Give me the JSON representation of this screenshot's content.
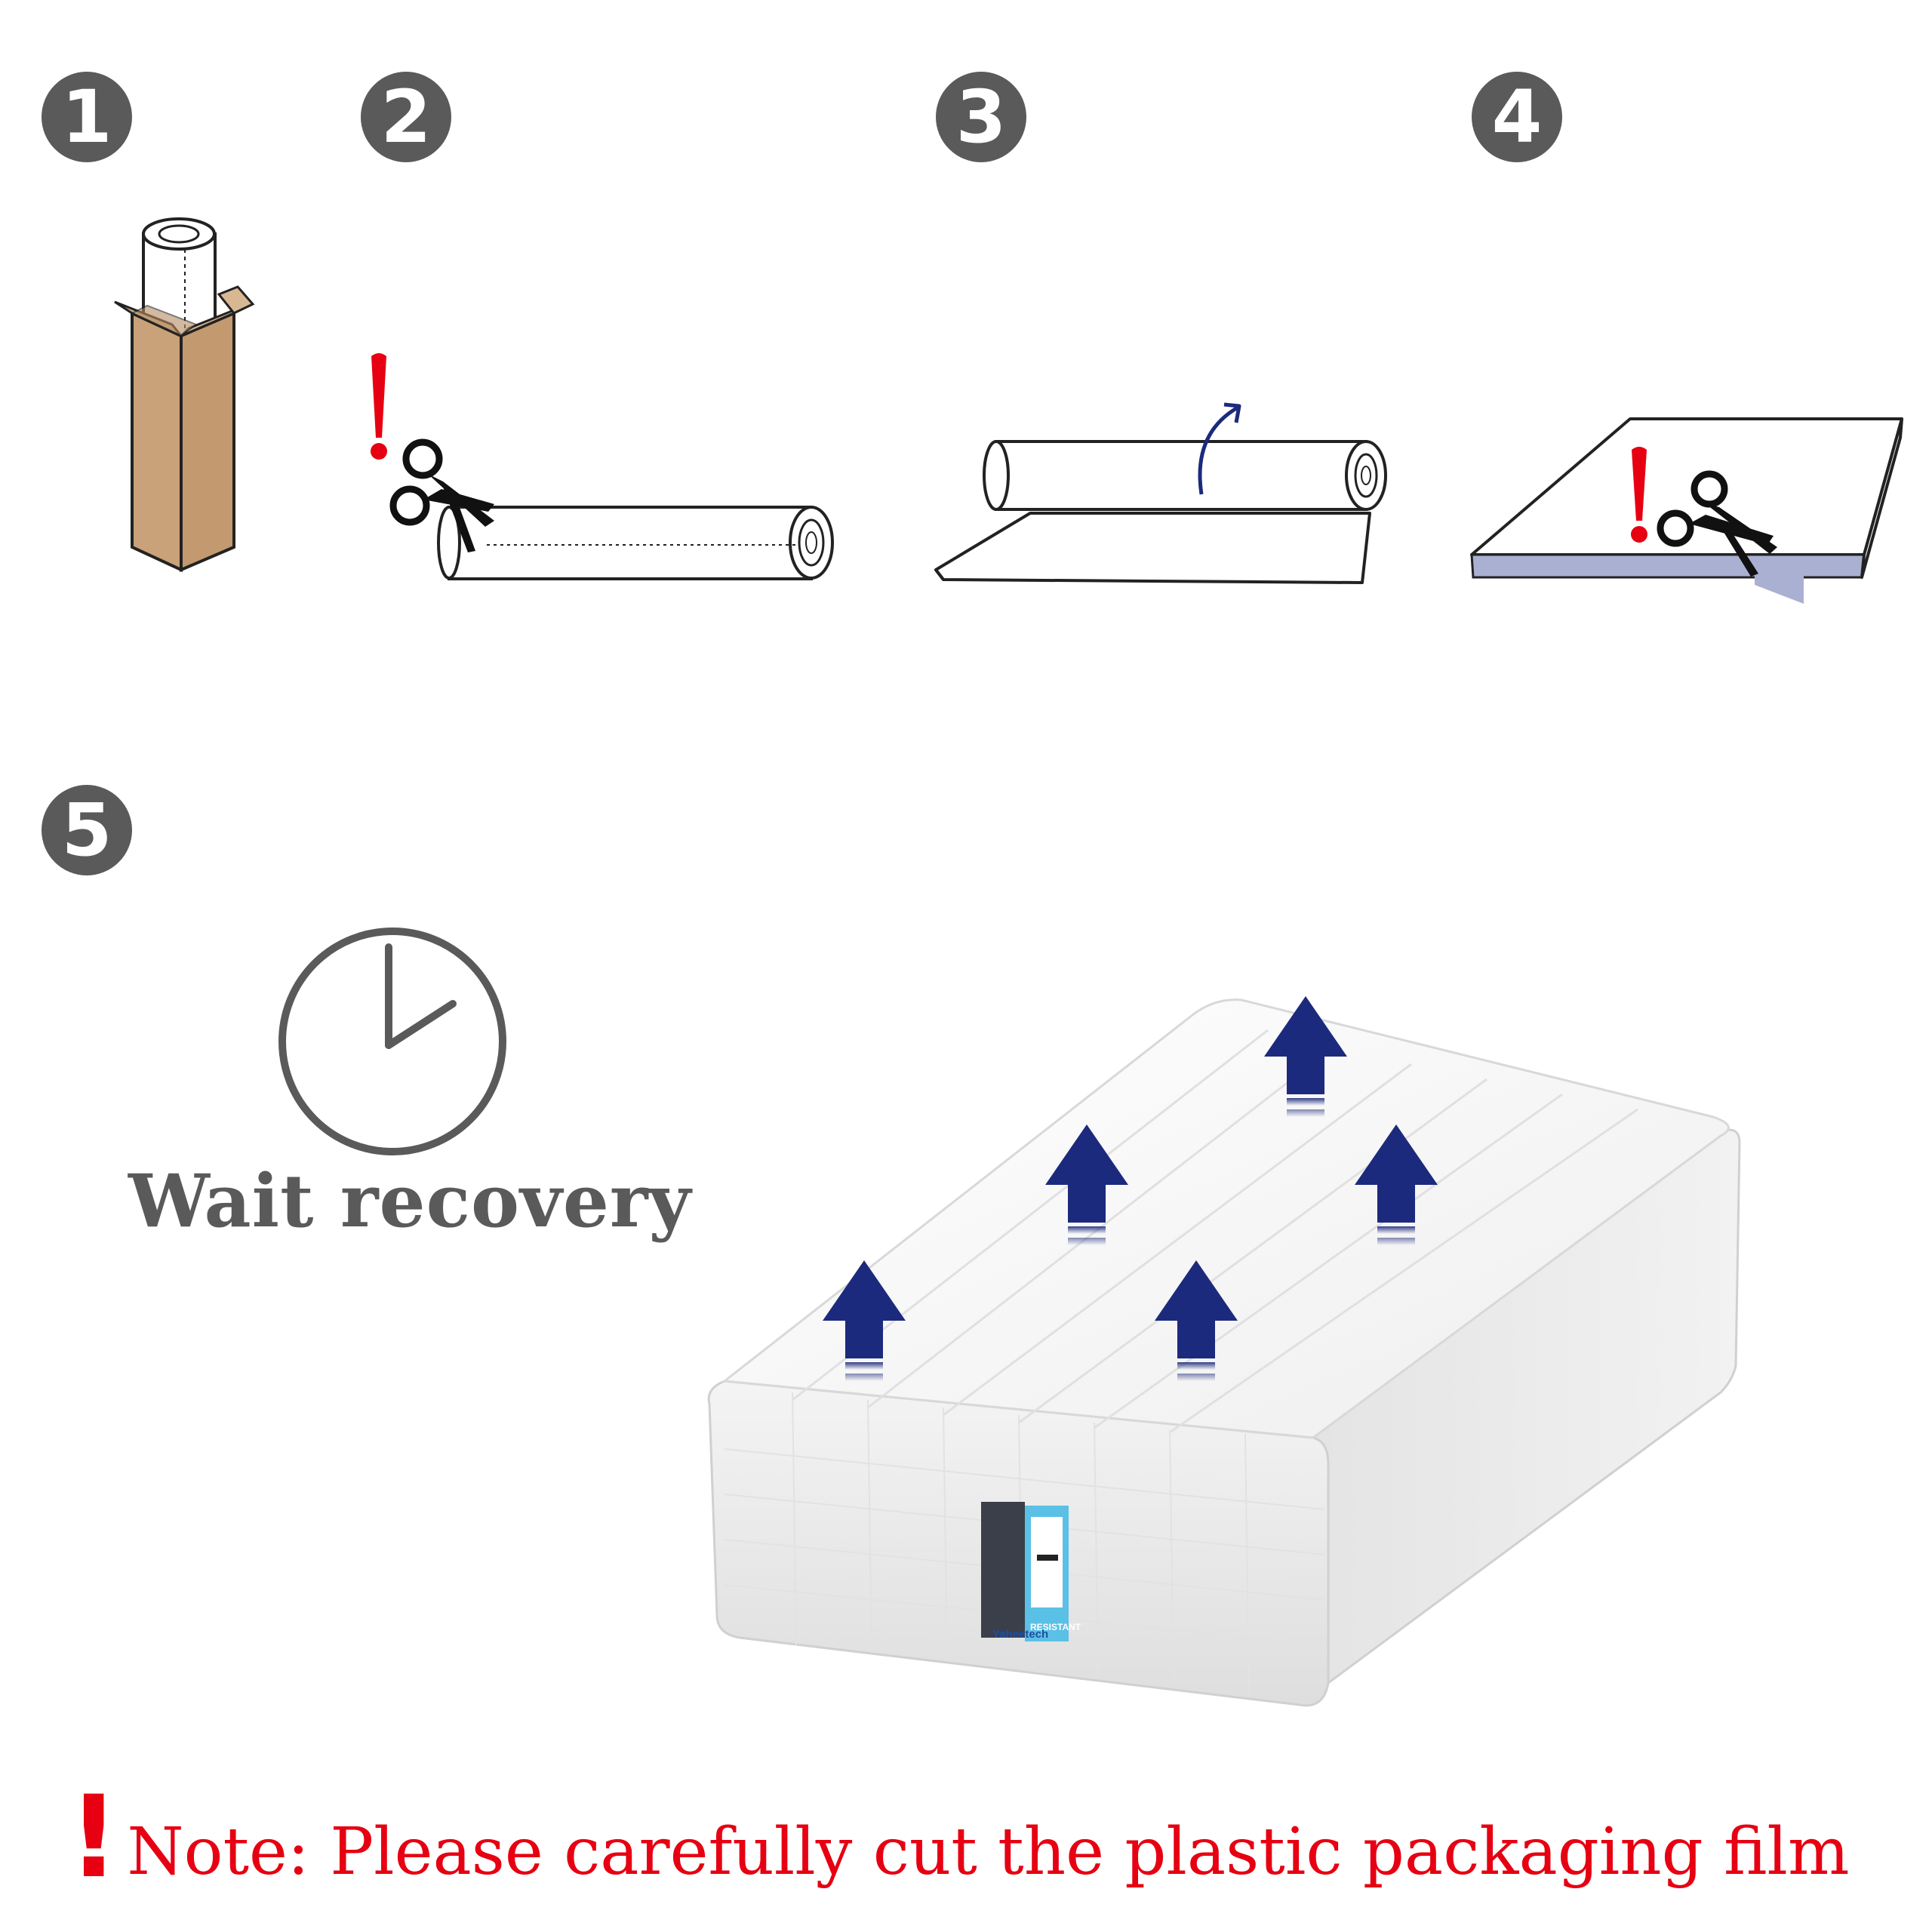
{
  "steps": [
    {
      "number": "1"
    },
    {
      "number": "2"
    },
    {
      "number": "3"
    },
    {
      "number": "4"
    },
    {
      "number": "5"
    }
  ],
  "wait_label": "Wait recovery",
  "note": {
    "mark": "!",
    "text": "Note: Please carefully cut the plastic packaging film"
  },
  "mattress_label": {
    "brand": "Yaheetech",
    "badge": "RESISTANT"
  },
  "colors": {
    "badge": "#5a5a5a",
    "warning": "#e60012",
    "arrow": "#1c2a7d",
    "box": "#c9a27a",
    "film": "#aab0d2",
    "outline": "#222222"
  },
  "icons": [
    "boxed-roll-icon",
    "scissors-icon",
    "exclamation-icon",
    "unroll-arrow-icon",
    "clock-icon",
    "up-arrow-icon",
    "mattress-icon"
  ]
}
